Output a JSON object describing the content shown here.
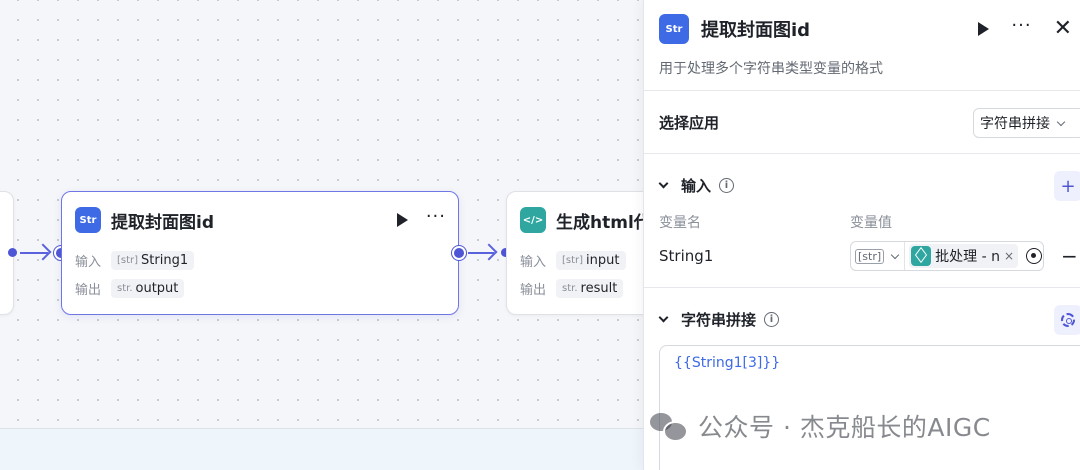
{
  "canvas": {
    "main_node": {
      "icon_text": "Str",
      "title": "提取封面图id",
      "input_label": "输入",
      "input_type": "[str]",
      "input_value": "String1",
      "output_label": "输出",
      "output_type": "str.",
      "output_value": "output"
    },
    "next_node": {
      "icon_text": "</>",
      "title": "生成html代",
      "input_label": "输入",
      "input_type": "[str]",
      "input_value": "input",
      "output_label": "输出",
      "output_type": "str.",
      "output_value": "result"
    }
  },
  "panel": {
    "icon_text": "Str",
    "title": "提取封面图id",
    "description": "用于处理多个字符串类型变量的格式",
    "select_app_label": "选择应用",
    "select_app_value": "字符串拼接",
    "input_section": {
      "title": "输入",
      "col_name": "变量名",
      "col_value": "变量值",
      "add_label": "+",
      "rows": [
        {
          "name": "String1",
          "type": "[str]",
          "ref": "批处理 - n",
          "remove": "×"
        }
      ],
      "remove_row": "−"
    },
    "concat_section": {
      "title": "字符串拼接",
      "template": "{{String1[3]}}"
    }
  },
  "watermark": "公众号 · 杰克船长的AIGC",
  "colors": {
    "accent": "#4e56d6",
    "str_icon": "#3e6be5",
    "code_icon": "#2fa7a0"
  }
}
